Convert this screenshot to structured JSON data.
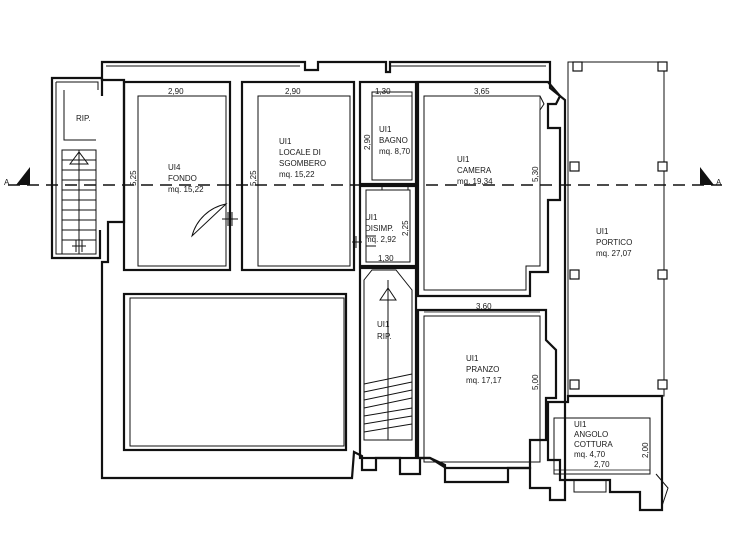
{
  "section_marker": "A",
  "rooms": {
    "rip_left": {
      "label": "RIP."
    },
    "fondo": {
      "unit": "UI4",
      "name": "FONDO",
      "area": "mq. 15,22"
    },
    "sgombero": {
      "unit": "UI1",
      "name_line1": "LOCALE DI",
      "name_line2": "SGOMBERO",
      "area": "mq. 15,22"
    },
    "bagno": {
      "unit": "UI1",
      "name": "BAGNO",
      "area": "mq. 8,70"
    },
    "camera": {
      "unit": "UI1",
      "name": "CAMERA",
      "area": "mq. 19,34"
    },
    "portico": {
      "unit": "UI1",
      "name": "PORTICO",
      "area": "mq. 27,07"
    },
    "disimp": {
      "unit": "UI1",
      "name": "DISIMP.",
      "area": "mq. 2,92"
    },
    "rip_center": {
      "unit": "UI1",
      "name": "RIP."
    },
    "pranzo": {
      "unit": "UI1",
      "name": "PRANZO",
      "area": "mq. 17,17"
    },
    "cottura": {
      "unit": "UI1",
      "name_line1": "ANGOLO",
      "name_line2": "COTTURA",
      "area": "mq. 4,70"
    }
  },
  "dimensions": {
    "fondo_width": "2,90",
    "fondo_height": "5,25",
    "sgombero_width": "2,90",
    "sgombero_height": "5,25",
    "bagno_width": "1,30",
    "bagno_height": "2,90",
    "camera_width": "3,65",
    "camera_height": "5,30",
    "disimp_width": "1,30",
    "disimp_height": "2,25",
    "pranzo_width": "3,60",
    "pranzo_height": "5,00",
    "cottura_width": "2,70",
    "cottura_height": "2,00"
  }
}
